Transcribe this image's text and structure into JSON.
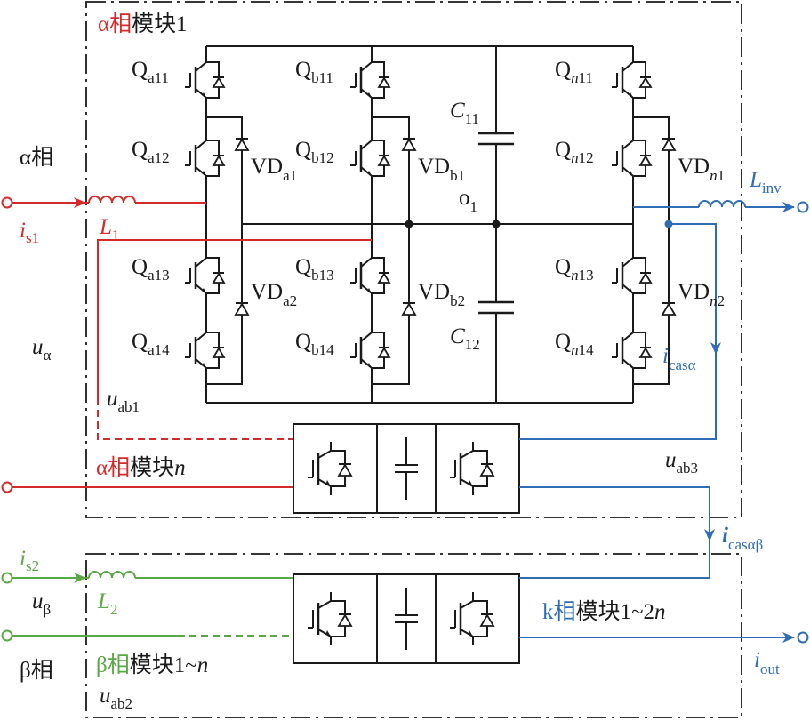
{
  "colors": {
    "black": "#1a1a1a",
    "red": "#d42a2a",
    "blue": "#2e6db6",
    "green": "#5aa845"
  },
  "modules": {
    "alpha_1": {
      "greek": "α相",
      "text": "模块1"
    },
    "alpha_n": {
      "greek": "α相",
      "text": "模块",
      "var": "n"
    },
    "beta": {
      "greek": "β相",
      "text": "模块1~",
      "var": "n"
    },
    "k": {
      "greek": "k相",
      "text": "模块1~2",
      "var": "n"
    }
  },
  "phase_labels": {
    "alpha": "α相",
    "beta": "β相"
  },
  "switches": {
    "a11": {
      "main": "Q",
      "sub": "a11"
    },
    "a12": {
      "main": "Q",
      "sub": "a12"
    },
    "a13": {
      "main": "Q",
      "sub": "a13"
    },
    "a14": {
      "main": "Q",
      "sub": "a14"
    },
    "b11": {
      "main": "Q",
      "sub": "b11"
    },
    "b12": {
      "main": "Q",
      "sub": "b12"
    },
    "b13": {
      "main": "Q",
      "sub": "b13"
    },
    "b14": {
      "main": "Q",
      "sub": "b14"
    },
    "n11": {
      "main": "Q",
      "sub_i": "n",
      "sub": "11"
    },
    "n12": {
      "main": "Q",
      "sub_i": "n",
      "sub": "12"
    },
    "n13": {
      "main": "Q",
      "sub_i": "n",
      "sub": "13"
    },
    "n14": {
      "main": "Q",
      "sub_i": "n",
      "sub": "14"
    }
  },
  "diodes": {
    "a1": {
      "main": "VD",
      "sub": "a1"
    },
    "a2": {
      "main": "VD",
      "sub": "a2"
    },
    "b1": {
      "main": "VD",
      "sub": "b1"
    },
    "b2": {
      "main": "VD",
      "sub": "b2"
    },
    "n1": {
      "main": "VD",
      "sub_i": "n",
      "sub": "1"
    },
    "n2": {
      "main": "VD",
      "sub_i": "n",
      "sub": "2"
    }
  },
  "capacitors": {
    "c11": {
      "main": "C",
      "sub": "11"
    },
    "c12": {
      "main": "C",
      "sub": "12"
    }
  },
  "node_o1": {
    "main": "o",
    "sub": "1"
  },
  "inductors": {
    "l1": {
      "main": "L",
      "sub": "1"
    },
    "l2": {
      "main": "L",
      "sub": "2"
    },
    "linv": {
      "main": "L",
      "sub": "inv"
    }
  },
  "currents": {
    "is1": {
      "main": "i",
      "sub": "s1"
    },
    "is2": {
      "main": "i",
      "sub": "s2"
    },
    "icas_a": {
      "main": "i",
      "sub": "casα"
    },
    "icas_ab": {
      "main": "i",
      "sub": "casαβ"
    },
    "iout": {
      "main": "i",
      "sub": "out"
    }
  },
  "voltages": {
    "u_alpha": {
      "main": "u",
      "sub": "α"
    },
    "u_beta": {
      "main": "u",
      "sub": "β"
    },
    "u_ab1": {
      "main": "u",
      "sub": "ab1"
    },
    "u_ab2": {
      "main": "u",
      "sub": "ab2"
    },
    "u_ab3": {
      "main": "u",
      "sub": "ab3"
    }
  }
}
